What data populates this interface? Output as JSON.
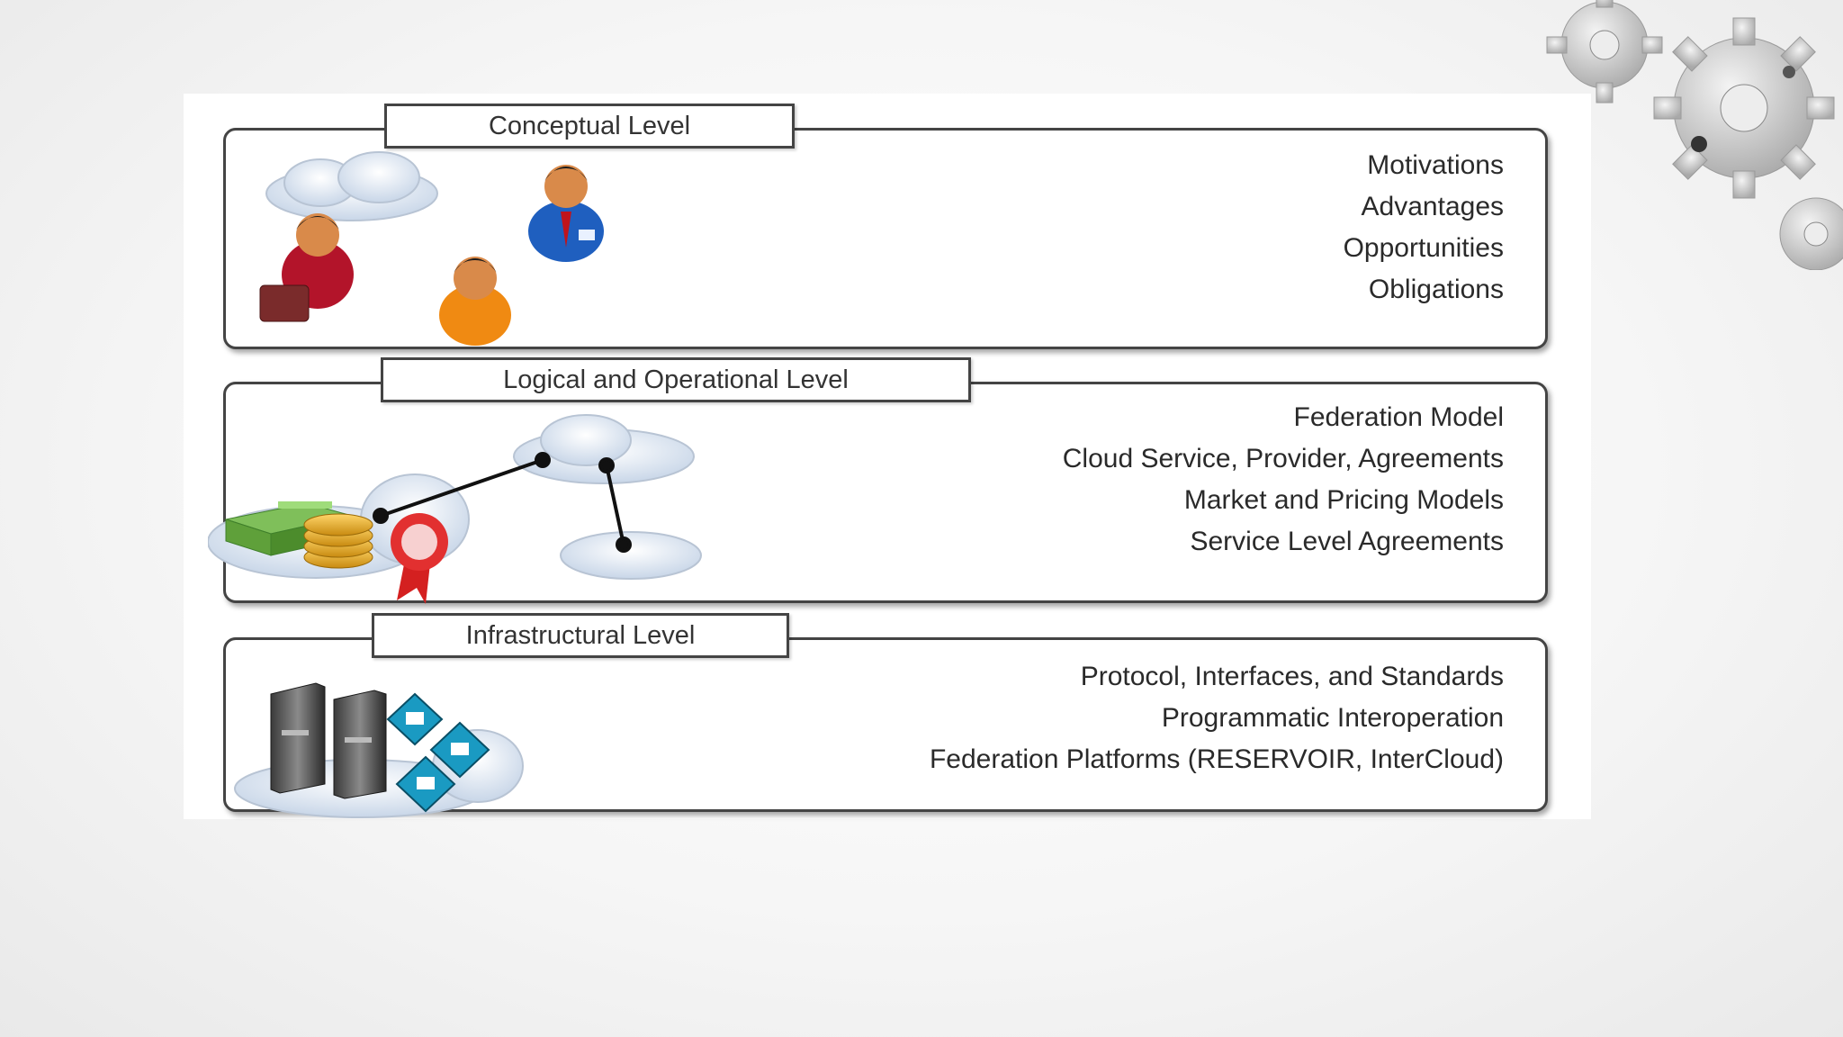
{
  "levels": [
    {
      "title": "Conceptual Level",
      "items": [
        "Motivations",
        "Advantages",
        "Opportunities",
        "Obligations"
      ],
      "illustration": "people-and-clouds-icon"
    },
    {
      "title": "Logical and Operational Level",
      "items": [
        "Federation Model",
        "Cloud Service, Provider, Agreements",
        "Market and Pricing Models",
        "Service Level Agreements"
      ],
      "illustration": "money-and-connected-clouds-icon"
    },
    {
      "title": "Infrastructural Level",
      "items": [
        "Protocol, Interfaces, and Standards",
        "Programmatic Interoperation",
        "Federation Platforms (RESERVOIR, InterCloud)"
      ],
      "illustration": "servers-and-network-icon"
    }
  ],
  "colors": {
    "border": "#444444",
    "text": "#2a2a2a",
    "cloud": "#dfe8f3",
    "gear": "#cfcfcf"
  }
}
